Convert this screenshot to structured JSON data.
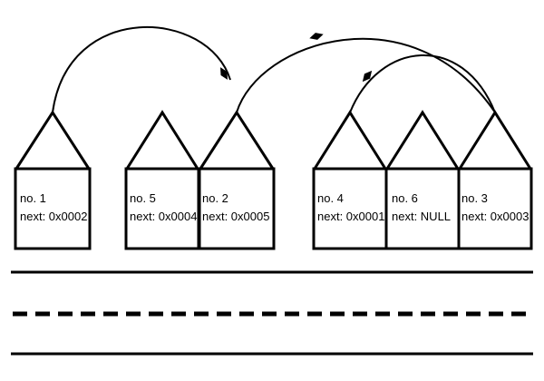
{
  "colors": {
    "ink": "#000000",
    "background": "#ffffff"
  },
  "nodes": [
    {
      "id": "n1",
      "no": "no. 1",
      "next": "next: 0x0002"
    },
    {
      "id": "n5",
      "no": "no. 5",
      "next": "next: 0x0004"
    },
    {
      "id": "n2",
      "no": "no. 2",
      "next": "next: 0x0005"
    },
    {
      "id": "n4",
      "no": "no. 4",
      "next": "next: 0x0001"
    },
    {
      "id": "n6",
      "no": "no. 6",
      "next": "next: NULL"
    },
    {
      "id": "n3",
      "no": "no. 3",
      "next": "next: 0x0003"
    }
  ],
  "links": [
    {
      "from": "n1",
      "to": "n2"
    },
    {
      "from": "n2",
      "to": "n3"
    },
    {
      "from": "n3",
      "to": "n4"
    }
  ]
}
